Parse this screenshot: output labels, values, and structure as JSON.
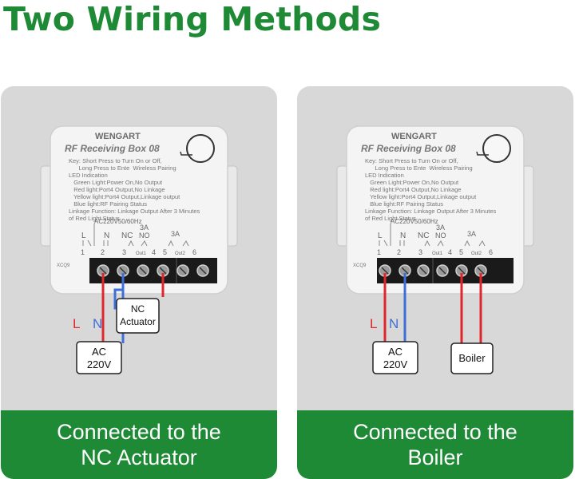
{
  "title": "Two Wiring Methods",
  "colors": {
    "title_green": "#1f8a36",
    "footer_green": "#1e8a36",
    "panel_grey": "#d8d8d8",
    "wire_red": "#e0262b",
    "wire_blue": "#3d6fd6"
  },
  "device": {
    "brand": "WENGART",
    "model": "RF Receiving Box 08",
    "info": [
      "Key: Short Press to Turn On or Off,",
      "      Long Press to Ente  Wireless Pairing",
      "LED Indication",
      "   Green Light:Power On,No Output",
      "   Red light:Port4 Output,No Linkage",
      "   Yellow light:Port4 Output,Linkage output",
      "   Blue light:RF Pairing Status",
      "Linkage Function: Linkage Output After 3 Minutes",
      "of Red Light Status"
    ],
    "rating": "AC220V50/60Hz",
    "code": "XCQ9",
    "terminal_labels": {
      "L": "L",
      "N": "N",
      "NC": "NC",
      "NO": "NO",
      "amp_a": "3A",
      "amp_b": "3A",
      "out1": "Out1",
      "out2": "Out2",
      "n1": "1",
      "n2": "2",
      "n3": "3",
      "n4": "4",
      "n5": "5",
      "n6": "6"
    }
  },
  "left": {
    "wire_L": "L",
    "wire_N": "N",
    "power_box": [
      "AC",
      "220V"
    ],
    "load_box": [
      "NC",
      "Actuator"
    ],
    "footer": [
      "Connected to the",
      "NC Actuator"
    ]
  },
  "right": {
    "wire_L": "L",
    "wire_N": "N",
    "power_box": [
      "AC",
      "220V"
    ],
    "load_box": [
      "Boiler"
    ],
    "footer": [
      "Connected to the",
      "Boiler"
    ]
  }
}
